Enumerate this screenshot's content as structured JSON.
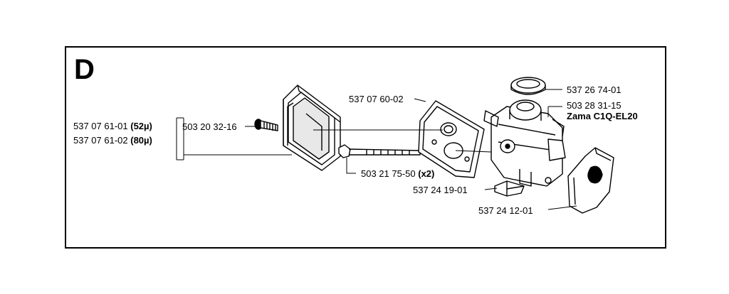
{
  "section_letter": "D",
  "labels": {
    "p1_a_num": "537 07 61-01",
    "p1_a_spec": "(52µ)",
    "p1_b_num": "537 07 61-02",
    "p1_b_spec": "(80µ)",
    "screw": "503 20 32-16",
    "gasket": "537 07 60-02",
    "bolt_num": "503 21 75-50",
    "bolt_qty": "(x2)",
    "pad": "537 24 19-01",
    "spacer": "537 24 12-01",
    "seal_ring": "537 26 74-01",
    "carb_num": "503 28 31-15",
    "carb_model": "Zama C1Q-EL20"
  }
}
